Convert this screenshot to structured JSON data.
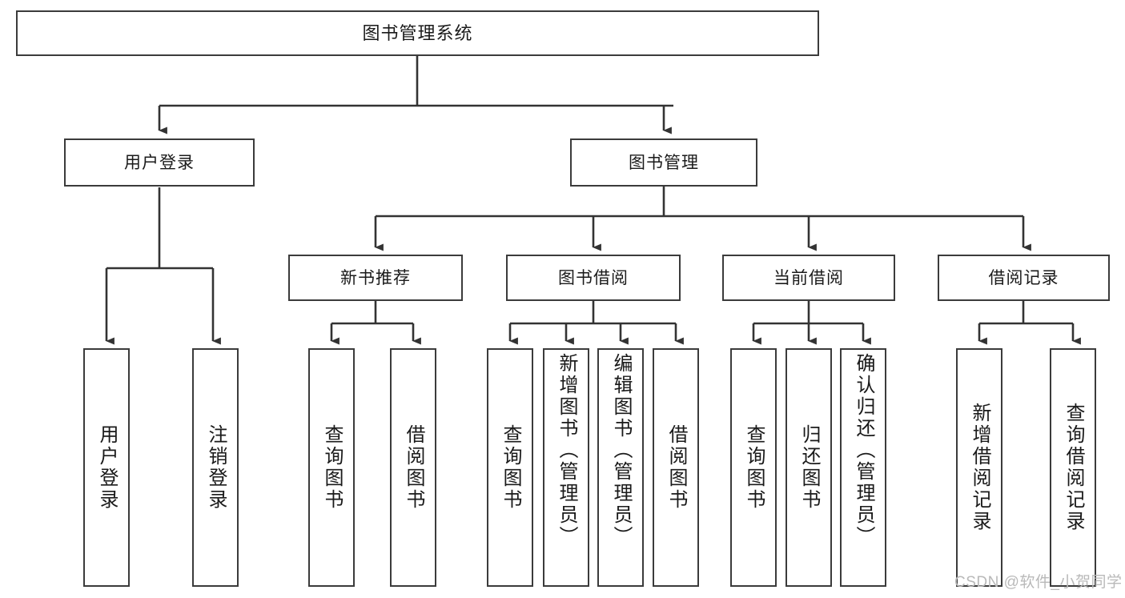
{
  "diagram": {
    "title": "图书管理系统",
    "type": "functional-structure-tree",
    "stroke_color": "#3b3b3b",
    "fill_color": "#ffffff",
    "text_color": "#1a1a1a"
  },
  "nodes": {
    "root": {
      "label": "图书管理系统"
    },
    "level2": [
      {
        "label": "用户登录"
      },
      {
        "label": "图书管理"
      }
    ],
    "level3": [
      {
        "label": "新书推荐"
      },
      {
        "label": "图书借阅"
      },
      {
        "label": "当前借阅"
      },
      {
        "label": "借阅记录"
      }
    ],
    "leaves": {
      "user_login": [
        {
          "label": "用户登录"
        },
        {
          "label": "注销登录"
        }
      ],
      "new_books": [
        {
          "label": "查询图书"
        },
        {
          "label": "借阅图书"
        }
      ],
      "book_borrow": [
        {
          "label": "查询图书"
        },
        {
          "label": "新增图书（管理员）"
        },
        {
          "label": "编辑图书（管理员）"
        },
        {
          "label": "借阅图书"
        }
      ],
      "current_borrow": [
        {
          "label": "查询图书"
        },
        {
          "label": "归还图书"
        },
        {
          "label": "确认归还（管理员）"
        }
      ],
      "borrow_records": [
        {
          "label": "新增借阅记录"
        },
        {
          "label": "查询借阅记录"
        }
      ]
    }
  },
  "watermark": {
    "text": "CSDN @软件_小贺同学"
  }
}
